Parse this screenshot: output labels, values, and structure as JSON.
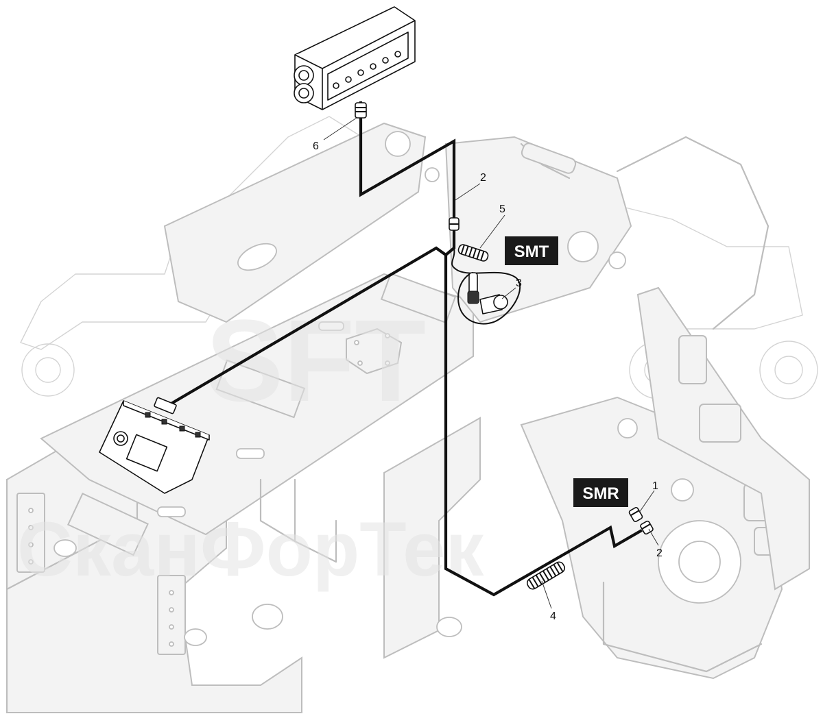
{
  "watermark": {
    "brand": "SFT",
    "company": "СканФорТек"
  },
  "tags": {
    "smt": "SMT",
    "smr": "SMR"
  },
  "callouts": {
    "c1": "1",
    "c2_top": "2",
    "c2_bottom": "2",
    "c3": "3",
    "c4": "4",
    "c5": "5",
    "c6": "6"
  },
  "colors": {
    "harness": "#111111",
    "frame_outline": "#bdbdbd",
    "watermark": "#e4e4e4",
    "tag_background": "#1a1a1a",
    "tag_text": "#ffffff"
  }
}
